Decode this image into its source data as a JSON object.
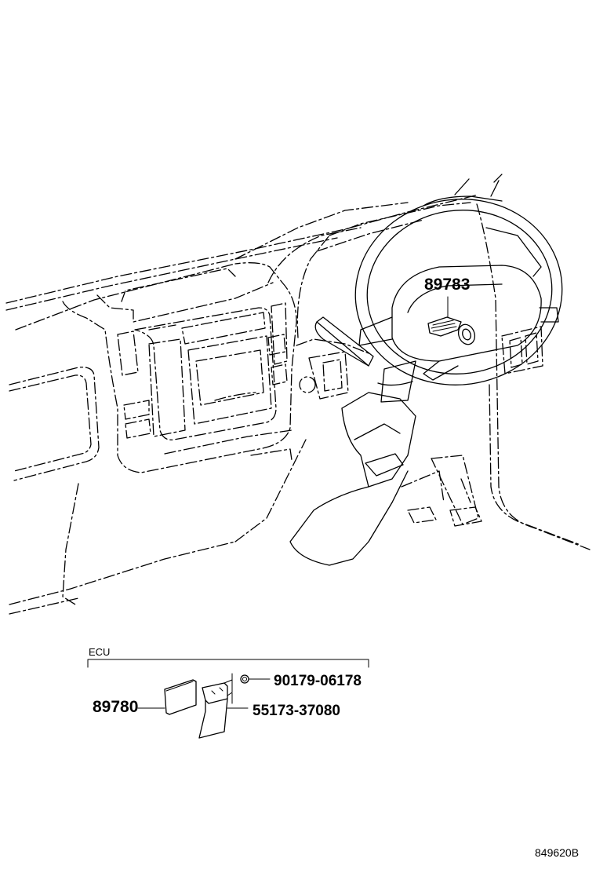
{
  "callouts": {
    "immobiliser_part": "89783",
    "ecu_part": "89780",
    "nut_part": "90179-06178",
    "bracket_part": "55173-37080"
  },
  "group_label": "ECU",
  "figure_code": "849620B"
}
